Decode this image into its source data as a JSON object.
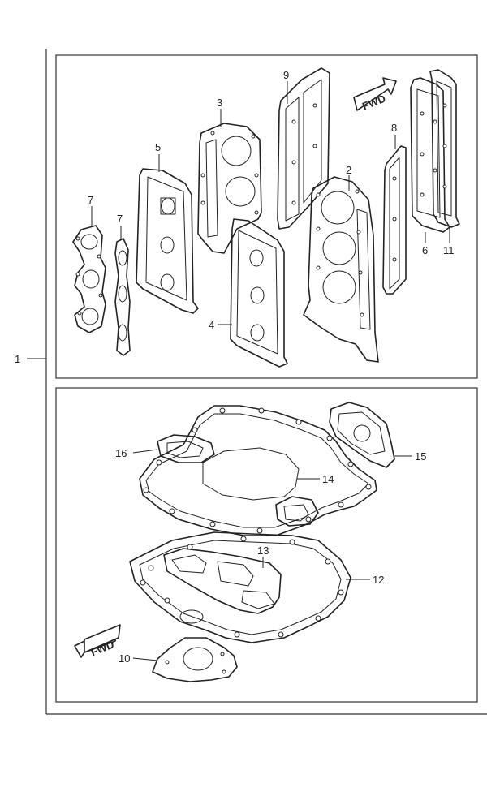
{
  "callouts": {
    "kit": "1",
    "p2": "2",
    "p3": "3",
    "p4": "4",
    "p5": "5",
    "p6": "6",
    "p7a": "7",
    "p7b": "7",
    "p8": "8",
    "p9": "9",
    "p10": "10",
    "p11": "11",
    "p12": "12",
    "p13": "13",
    "p14": "14",
    "p15": "15",
    "p16": "16"
  },
  "fwd_arrows": {
    "top": "FWD",
    "bottom": "FWD"
  }
}
